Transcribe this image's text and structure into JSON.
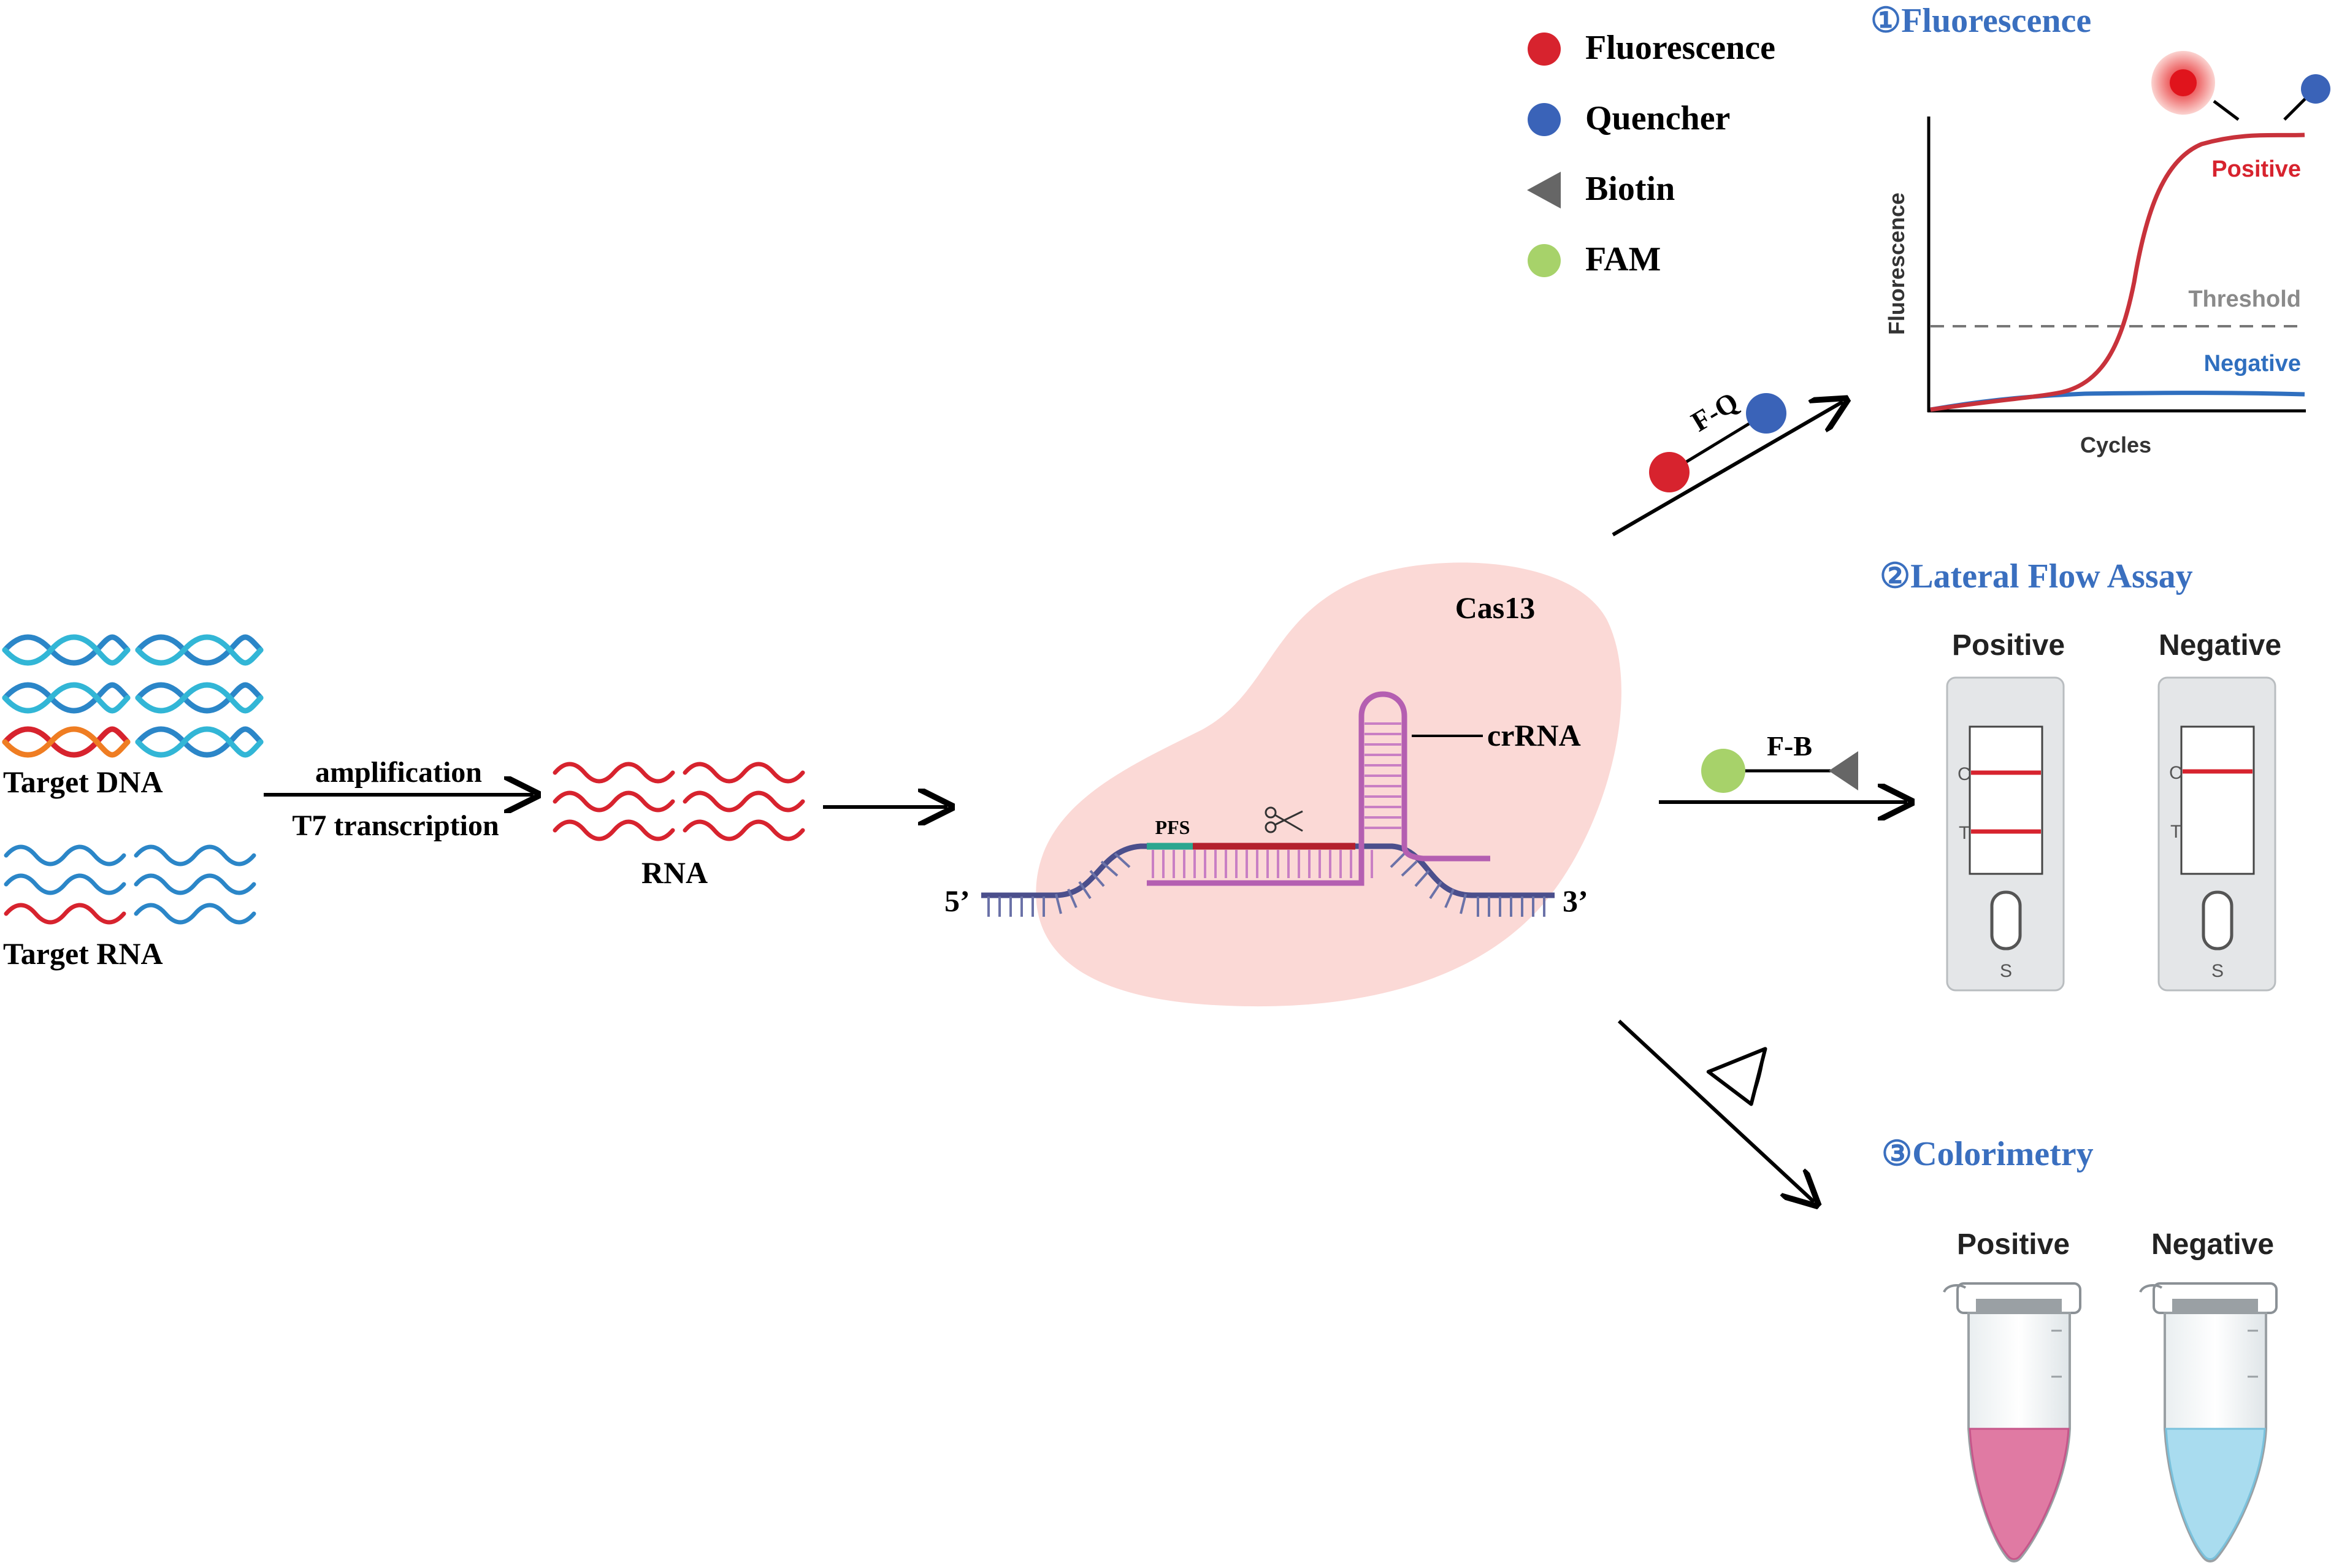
{
  "legend": {
    "items": [
      {
        "label": "Fluorescence",
        "color": "#d7232e",
        "icon": "red-dot"
      },
      {
        "label": "Quencher",
        "color": "#3a63b8",
        "icon": "blue-dot"
      },
      {
        "label": "Biotin",
        "color": "#666666",
        "icon": "gray-triangle"
      },
      {
        "label": "FAM",
        "color": "#a7d26a",
        "icon": "green-dot"
      }
    ]
  },
  "targets": {
    "dna_label": "Target DNA",
    "rna_label": "Target RNA"
  },
  "step1": {
    "label_top": "amplification",
    "label_bottom": "T7 transcription",
    "rna_label": "RNA"
  },
  "cas": {
    "protein_label": "Cas13",
    "crrna_label": "crRNA",
    "pfs_label": "PFS",
    "five_prime": "5’",
    "three_prime": "3’"
  },
  "probes": {
    "fq_label": "F-Q",
    "fb_label": "F-B"
  },
  "panel1": {
    "title": "①Fluorescence",
    "y_label": "Fluorescence",
    "x_label": "Cycles",
    "positive": "Positive",
    "negative": "Negative",
    "threshold": "Threshold"
  },
  "panel2": {
    "title": "②Lateral Flow Assay",
    "positive": "Positive",
    "negative": "Negative",
    "c_mark": "C",
    "t_mark": "T",
    "s_mark": "S"
  },
  "panel3": {
    "title": "③Colorimetry",
    "positive": "Positive",
    "negative": "Negative"
  },
  "colors": {
    "red": "#d7232e",
    "blue": "#3a63b8",
    "title_blue": "#3a6fbf",
    "cas_pink": "#fbd9d6",
    "crrna_purple": "#b45fb1",
    "target_navy": "#4b4f8c",
    "pfs_teal": "#2aa68f",
    "positive_pink": "#e07aa3",
    "negative_blue": "#a9dcef"
  }
}
